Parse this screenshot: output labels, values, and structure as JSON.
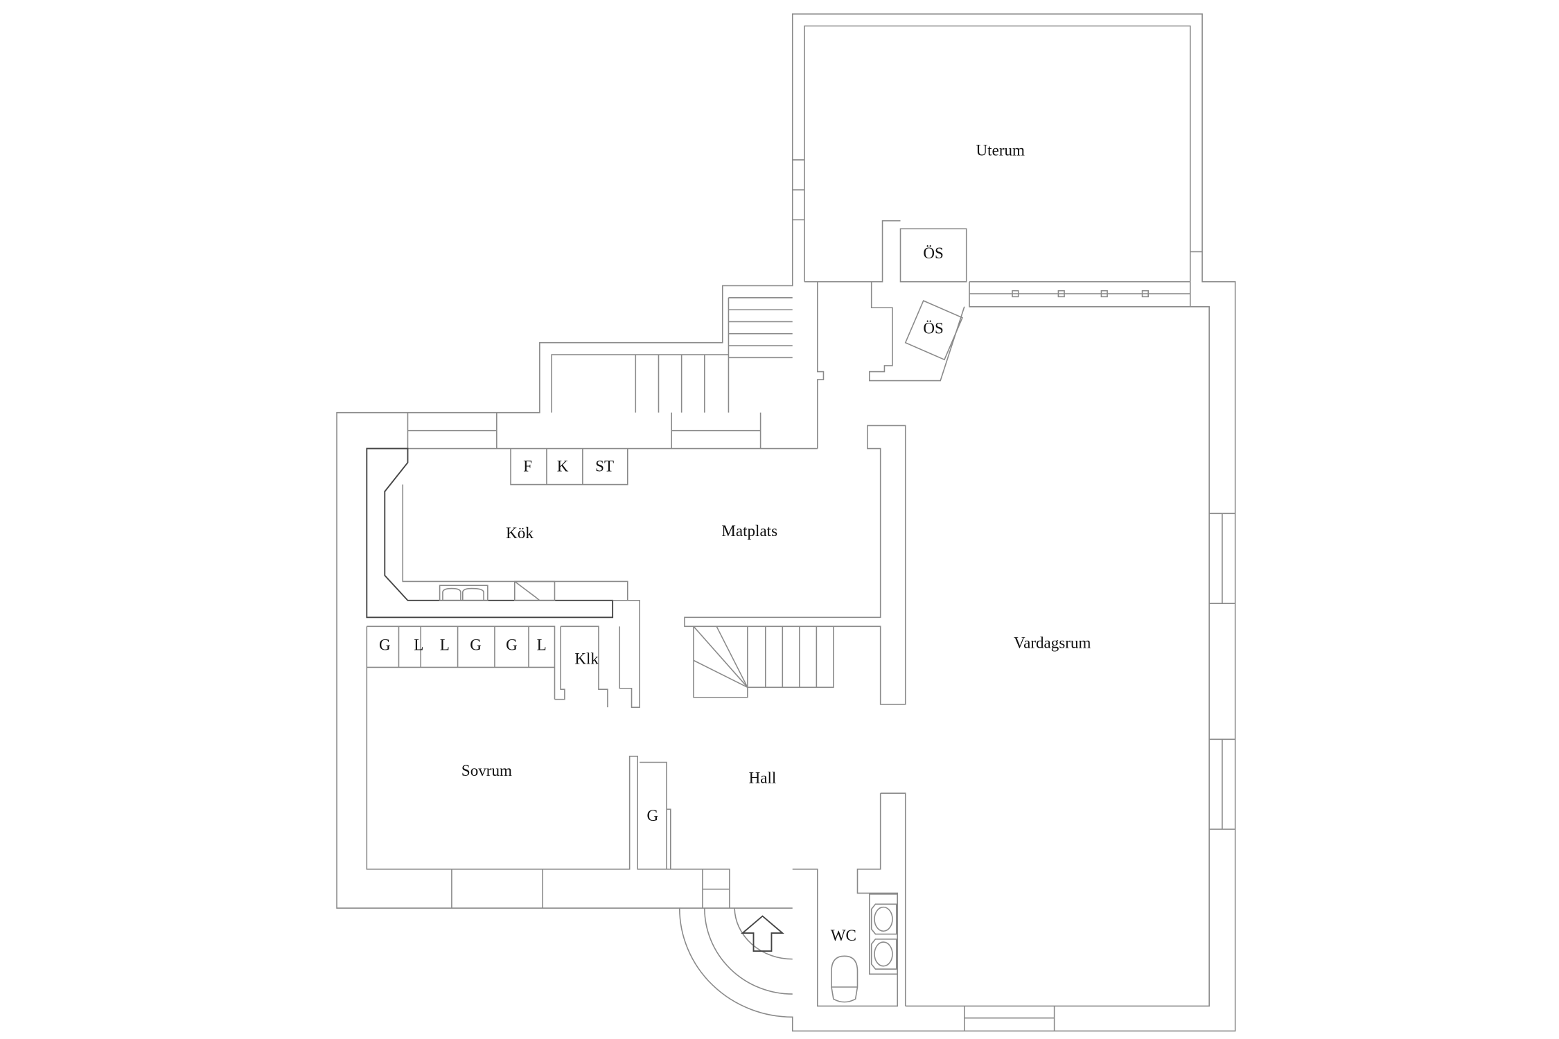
{
  "plan": {
    "line_color": "#8a8a8a",
    "rooms": {
      "uterum": "Uterum",
      "os_top": "ÖS",
      "os_angled": "ÖS",
      "fridge": "F",
      "freezer": "K",
      "storage": "ST",
      "kitchen": "Kök",
      "dining": "Matplats",
      "living": "Vardagsrum",
      "closet_labels": [
        "G",
        "L",
        "L",
        "G",
        "G",
        "L"
      ],
      "klk": "Klk",
      "bedroom": "Sovrum",
      "hall": "Hall",
      "hall_closet": "G",
      "wc": "WC"
    },
    "entrance_icon": "entrance-arrow-icon"
  }
}
